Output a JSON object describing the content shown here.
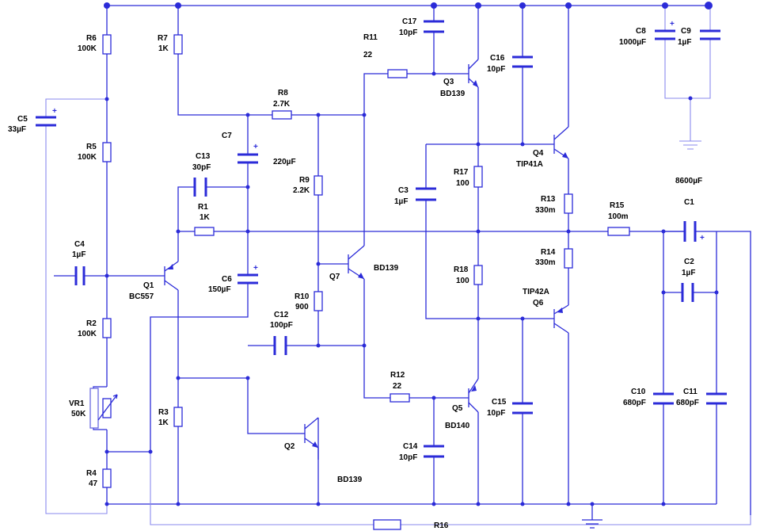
{
  "components": {
    "R6": {
      "ref": "R6",
      "value": "100K"
    },
    "R7": {
      "ref": "R7",
      "value": "1K"
    },
    "R5": {
      "ref": "R5",
      "value": "100K"
    },
    "R2": {
      "ref": "R2",
      "value": "100K"
    },
    "R3": {
      "ref": "R3",
      "value": "1K"
    },
    "R4": {
      "ref": "R4",
      "value": "47"
    },
    "VR1": {
      "ref": "VR1",
      "value": "50K"
    },
    "R8": {
      "ref": "R8",
      "value": "2.7K"
    },
    "R9": {
      "ref": "R9",
      "value": "2.2K"
    },
    "R10": {
      "ref": "R10",
      "value": "900"
    },
    "R1": {
      "ref": "R1",
      "value": "1K"
    },
    "R11": {
      "ref": "R11",
      "value": "22"
    },
    "R12": {
      "ref": "R12",
      "value": "22"
    },
    "R17": {
      "ref": "R17",
      "value": "100"
    },
    "R18": {
      "ref": "R18",
      "value": "100"
    },
    "R13": {
      "ref": "R13",
      "value": "330m"
    },
    "R14": {
      "ref": "R14",
      "value": "330m"
    },
    "R15": {
      "ref": "R15",
      "value": "100m"
    },
    "R16": {
      "ref": "R16",
      "value": ""
    },
    "C5": {
      "ref": "C5",
      "value": "33µF"
    },
    "C4": {
      "ref": "C4",
      "value": "1µF"
    },
    "C13": {
      "ref": "C13",
      "value": "30pF"
    },
    "C7": {
      "ref": "C7",
      "value": "220µF"
    },
    "C6": {
      "ref": "C6",
      "value": "150µF"
    },
    "C12": {
      "ref": "C12",
      "value": "100pF"
    },
    "C17": {
      "ref": "C17",
      "value": "10pF"
    },
    "C16": {
      "ref": "C16",
      "value": "10pF"
    },
    "C3": {
      "ref": "C3",
      "value": "1µF"
    },
    "C14": {
      "ref": "C14",
      "value": "10pF"
    },
    "C15": {
      "ref": "C15",
      "value": "10pF"
    },
    "C8": {
      "ref": "C8",
      "value": "1000µF"
    },
    "C9": {
      "ref": "C9",
      "value": "1µF"
    },
    "C1": {
      "ref": "C1",
      "value": "8600µF"
    },
    "C2": {
      "ref": "C2",
      "value": "1µF"
    },
    "C10": {
      "ref": "C10",
      "value": "680pF"
    },
    "C11": {
      "ref": "C11",
      "value": "680pF"
    },
    "Q1": {
      "ref": "Q1",
      "part": "BC557"
    },
    "Q2": {
      "ref": "Q2",
      "part": "BD139"
    },
    "Q3": {
      "ref": "Q3",
      "part": "BD139"
    },
    "Q4": {
      "ref": "Q4",
      "part": "TIP41A"
    },
    "Q5": {
      "ref": "Q5",
      "part": "BD140"
    },
    "Q6": {
      "ref": "Q6",
      "part": "TIP42A"
    },
    "Q7": {
      "ref": "Q7",
      "part": "BD139"
    }
  },
  "polarity_mark": "+"
}
